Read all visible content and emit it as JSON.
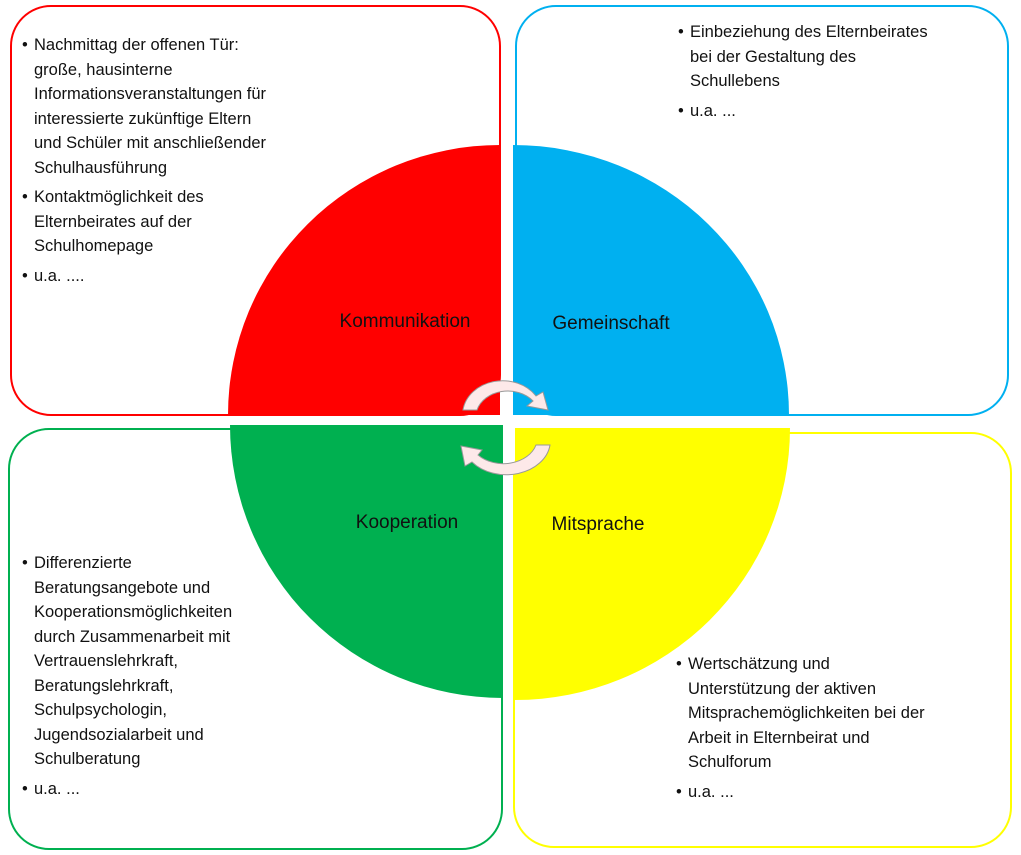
{
  "colors": {
    "kommunikation": "#ff0000",
    "gemeinschaft": "#00b0f0",
    "kooperation": "#00b050",
    "mitsprache": "#ffff00",
    "arrow_fill": "#fde9e9",
    "arrow_stroke": "#999999"
  },
  "quadrants": {
    "kommunikation": {
      "label": "Kommunikation"
    },
    "gemeinschaft": {
      "label": "Gemeinschaft"
    },
    "kooperation": {
      "label": "Kooperation"
    },
    "mitsprache": {
      "label": "Mitsprache"
    }
  },
  "boxes": {
    "kommunikation": {
      "bullet": "•",
      "items": [
        {
          "lines": [
            "Nachmittag der offenen Tür:",
            "große, hausinterne",
            "Informationsveranstaltungen für",
            "interessierte zukünftige Eltern",
            "und Schüler mit anschließender",
            "Schulhausführung"
          ]
        },
        {
          "lines": [
            "Kontaktmöglichkeit des",
            "Elternbeirates auf der",
            "Schulhomepage"
          ]
        },
        {
          "lines": [
            "u.a. ...."
          ]
        }
      ]
    },
    "gemeinschaft": {
      "bullet": "•",
      "items": [
        {
          "lines": [
            "Einbeziehung des Elternbeirates",
            "bei der Gestaltung des",
            "Schullebens"
          ]
        },
        {
          "lines": [
            "u.a. ..."
          ]
        }
      ]
    },
    "kooperation": {
      "bullet": "•",
      "items": [
        {
          "lines": [
            "Differenzierte",
            "Beratungsangebote und",
            "Kooperationsmöglichkeiten",
            "durch Zusammenarbeit mit",
            "Vertrauenslehrkraft,",
            "Beratungslehrkraft,",
            "Schulpsychologin,",
            "Jugendsozialarbeit und",
            "Schulberatung"
          ]
        },
        {
          "lines": [
            "u.a. ..."
          ]
        }
      ]
    },
    "mitsprache": {
      "bullet": "•",
      "items": [
        {
          "lines": [
            "Wertschätzung und",
            "Unterstützung der aktiven",
            "Mitsprachemöglichkeiten bei der",
            "Arbeit in Elternbeirat und",
            "Schulforum"
          ]
        },
        {
          "lines": [
            "u.a. ..."
          ]
        }
      ]
    }
  }
}
